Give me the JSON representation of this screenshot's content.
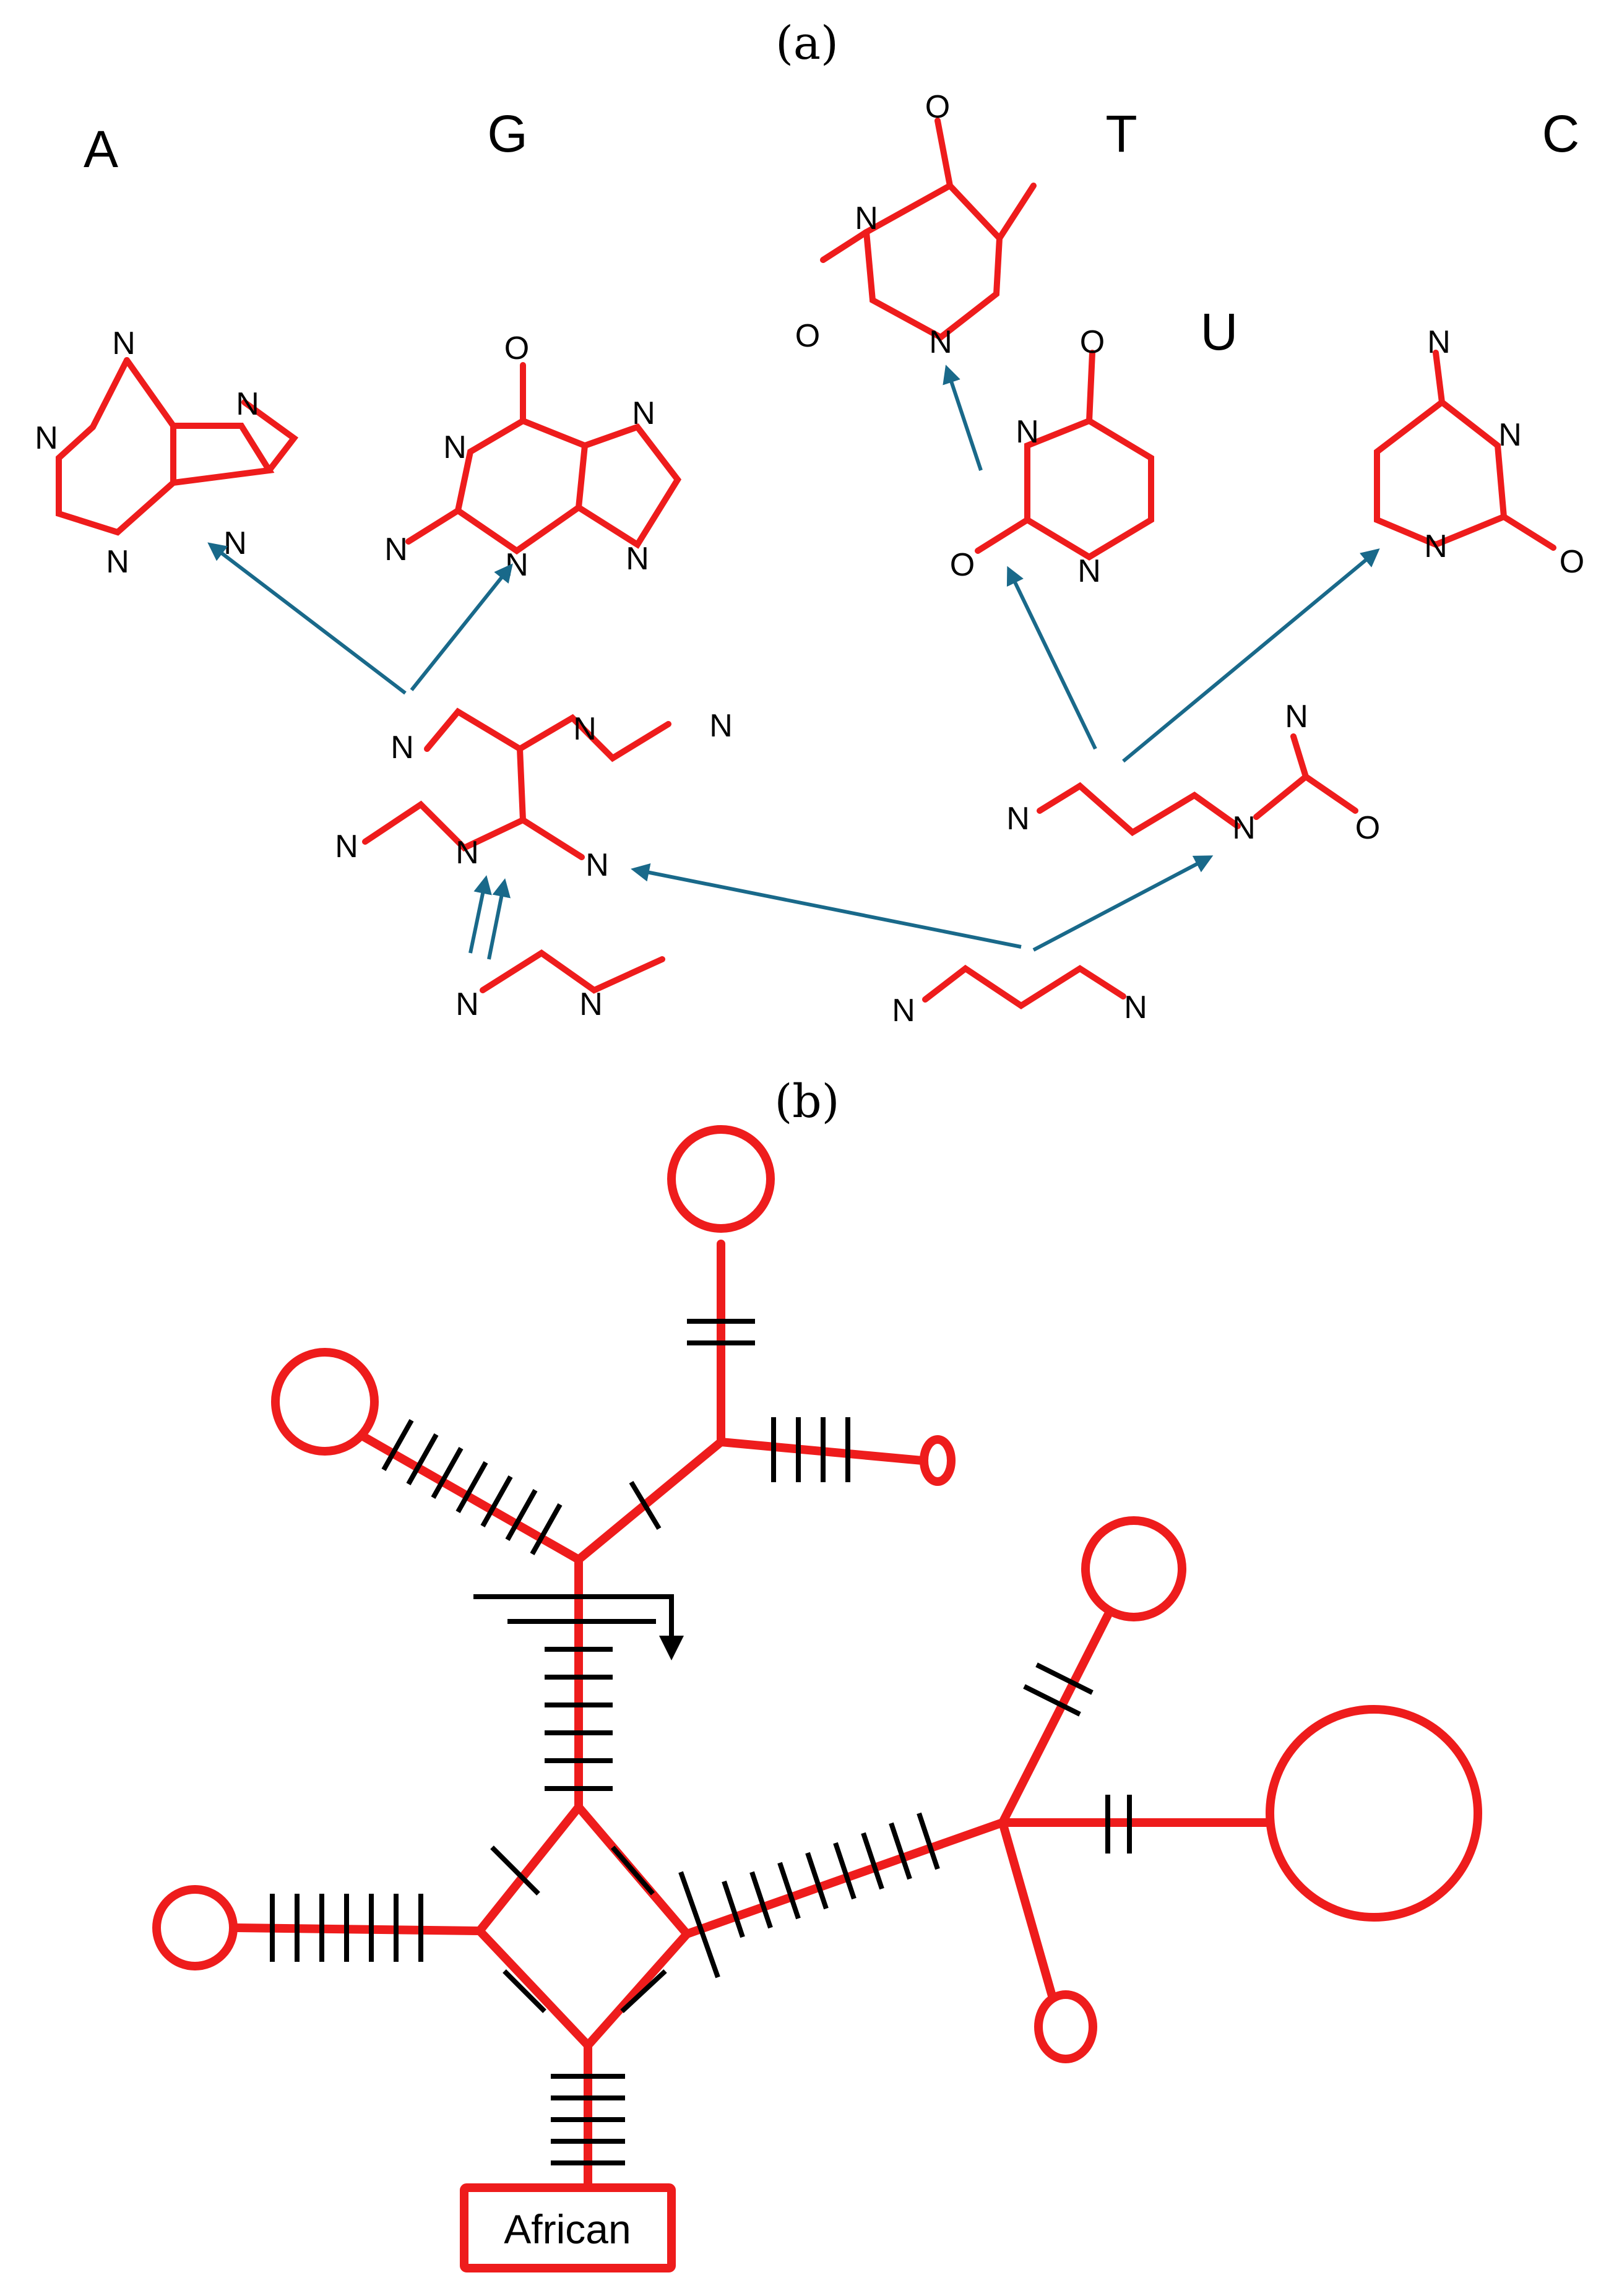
{
  "panel_a": {
    "label": "(a)",
    "bases": {
      "adenine": "A",
      "guanine": "G",
      "thymine": "T",
      "uracil": "U",
      "cytosine": "C"
    },
    "atoms": {
      "nitrogen": "N",
      "oxygen": "O"
    }
  },
  "panel_b": {
    "label": "(b)",
    "root_label": "African"
  },
  "colors": {
    "structure": "#ee1c1c",
    "arrow": "#19698a",
    "ticks": "#000000"
  }
}
